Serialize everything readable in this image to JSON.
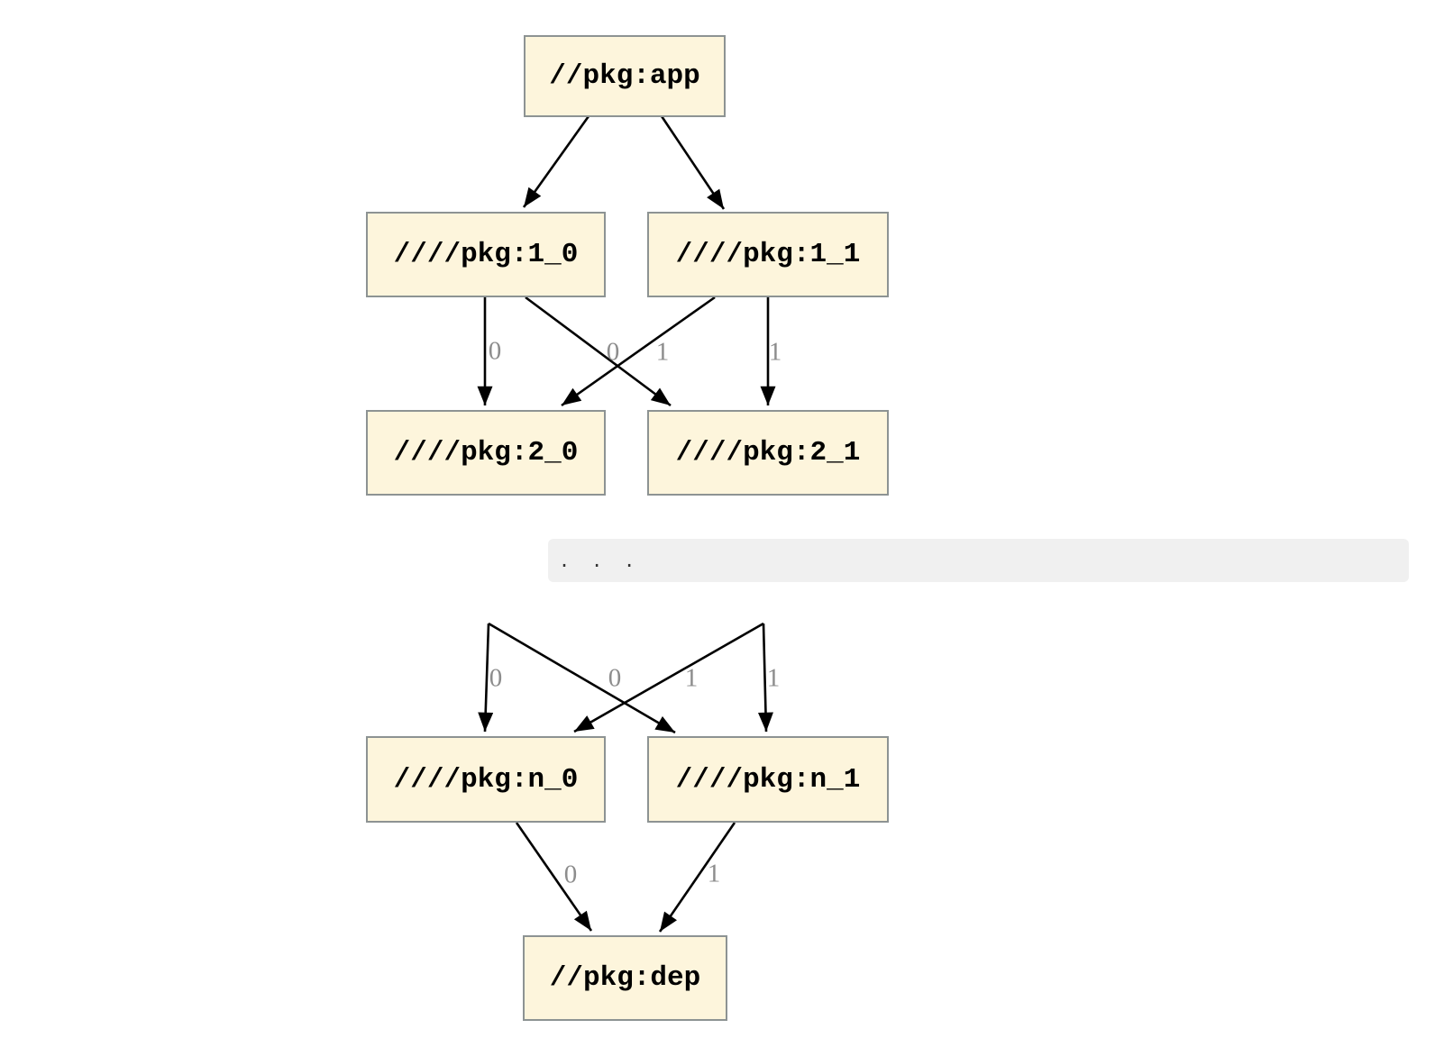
{
  "nodes": {
    "app": "//pkg:app",
    "l1_0": "////pkg:1_0",
    "l1_1": "////pkg:1_1",
    "l2_0": "////pkg:2_0",
    "l2_1": "////pkg:2_1",
    "ln_0": "////pkg:n_0",
    "ln_1": "////pkg:n_1",
    "dep": "//pkg:dep"
  },
  "edge_labels": {
    "top": [
      "0",
      "0",
      "1",
      "1"
    ],
    "middle": [
      "0",
      "0",
      "1",
      "1"
    ],
    "bottom": [
      "0",
      "1"
    ]
  },
  "ellipsis": ". . .",
  "edges": [
    {
      "from": "//pkg:app",
      "to": "////pkg:1_0",
      "label": ""
    },
    {
      "from": "//pkg:app",
      "to": "////pkg:1_1",
      "label": ""
    },
    {
      "from": "////pkg:1_0",
      "to": "////pkg:2_0",
      "label": "0"
    },
    {
      "from": "////pkg:1_0",
      "to": "////pkg:2_1",
      "label": "1"
    },
    {
      "from": "////pkg:1_1",
      "to": "////pkg:2_0",
      "label": "0"
    },
    {
      "from": "////pkg:1_1",
      "to": "////pkg:2_1",
      "label": "1"
    },
    {
      "from": "(elided row)",
      "to": "////pkg:n_0",
      "label": "0"
    },
    {
      "from": "(elided row)",
      "to": "////pkg:n_1",
      "label": "1"
    },
    {
      "from": "(elided row)",
      "to": "////pkg:n_0",
      "label": "0"
    },
    {
      "from": "(elided row)",
      "to": "////pkg:n_1",
      "label": "1"
    },
    {
      "from": "////pkg:n_0",
      "to": "//pkg:dep",
      "label": "0"
    },
    {
      "from": "////pkg:n_1",
      "to": "//pkg:dep",
      "label": "1"
    }
  ],
  "colors": {
    "node_fill": "#fdf5dc",
    "node_border": "#8d9393",
    "node_text": "#000000",
    "edge": "#000000",
    "edge_label": "#8d8d8d",
    "ellipsis_bg": "#f0f0f0",
    "ellipsis_text": "#333333",
    "background": "#ffffff"
  }
}
